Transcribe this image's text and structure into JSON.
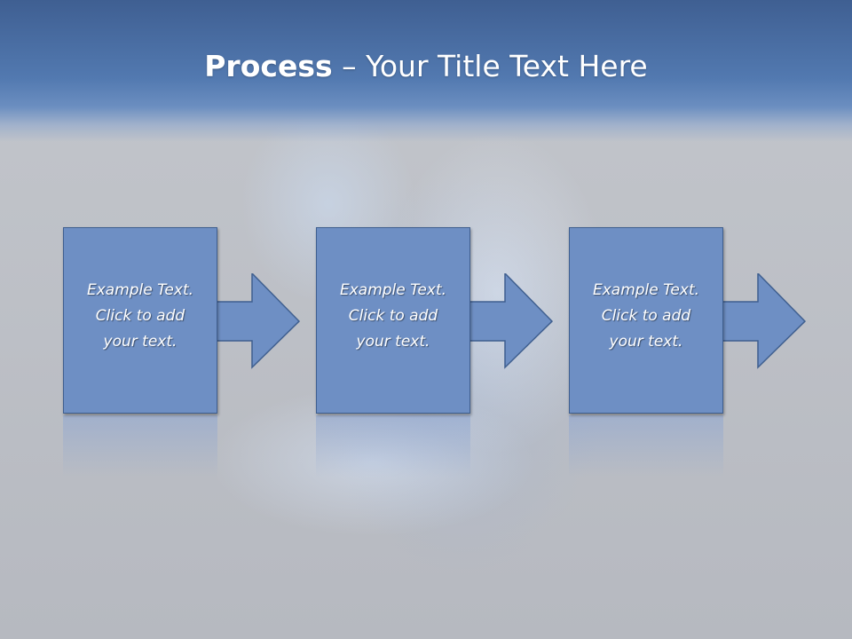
{
  "slide": {
    "title_bold": "Process",
    "title_rest": " – Your Title Text Here"
  },
  "steps": [
    {
      "line1": "Example Text.",
      "line2": "Click  to add",
      "line3": "your text."
    },
    {
      "line1": "Example Text.",
      "line2": "Click  to add",
      "line3": "your text."
    },
    {
      "line1": "Example Text.",
      "line2": "Click  to add",
      "line3": "your text."
    }
  ],
  "colors": {
    "header": "#4a6fa5",
    "box_fill": "#6e8fc4",
    "box_border": "#3f5f8f",
    "text": "#ffffff"
  }
}
